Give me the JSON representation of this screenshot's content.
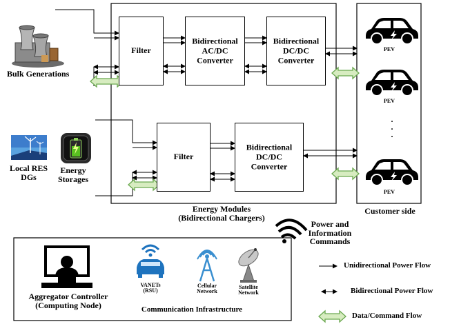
{
  "bulk_generations": "Bulk Generations",
  "local_res": "Local RES\nDGs",
  "energy_storages": "Energy\nStorages",
  "top_filter": "Filter",
  "bidirectional_acdc": "Bidirectional\nAC/DC\nConverter",
  "bidirectional_dcdc_top": "Bidirectional\nDC/DC\nConverter",
  "bottom_filter": "Filter",
  "bidirectional_dcdc_bottom": "Bidirectional\nDC/DC\nConverter",
  "energy_modules": "Energy Modules\n(Bidirectional Chargers)",
  "customer_side": "Customer side",
  "pev_labels": [
    "PEV",
    "PEV",
    "PEV"
  ],
  "ellipsis": ".\n.\n.",
  "power_info": "Power and\nInformation\nCommands",
  "aggregator": "Aggregator Controller\n(Computing Node)",
  "vanets": "VANETs\n(RSU)",
  "cellular": "Cellular\nNetwork",
  "satellite": "Satellite\nNetwork",
  "comm_infra": "Communication Infrastructure",
  "legend": {
    "unidirectional": "Unidirectional Power Flow",
    "bidirectional": "Bidirectional Power Flow",
    "data_command": "Data/Command Flow"
  },
  "colors": {
    "data_arrow_fill": "#d7ecc0",
    "data_arrow_stroke": "#6aa84f",
    "vanet_blue": "#1e73be",
    "cell_blue": "#3a8fd0",
    "battery_green": "#58c020"
  }
}
